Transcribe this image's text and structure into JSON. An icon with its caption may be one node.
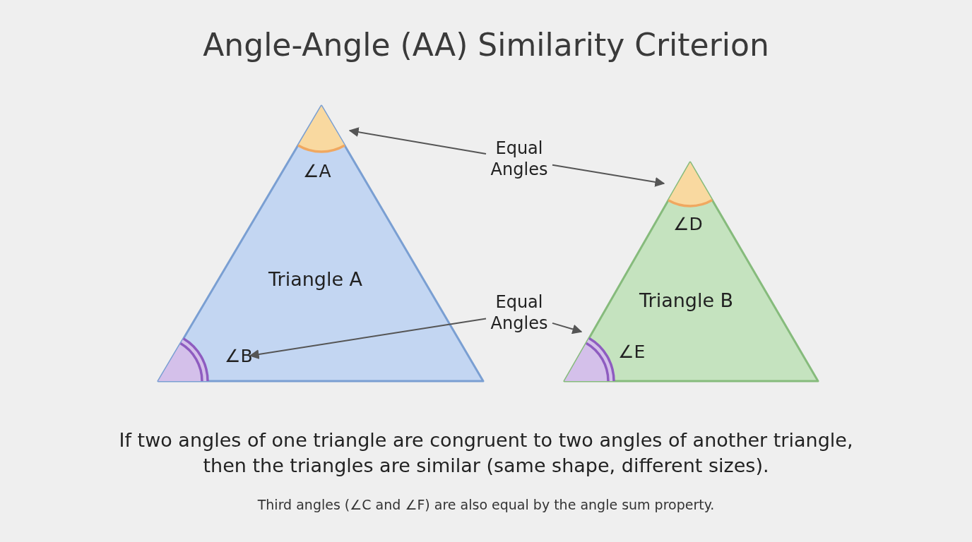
{
  "diagram": {
    "title": "Angle-Angle (AA) Similarity Criterion",
    "caption": "If two angles of one triangle are congruent to two angles of another triangle, then the triangles are similar (same shape, different sizes).",
    "nodes": [
      {
        "text": [
          "Triangle A"
        ]
      },
      {
        "text": [
          "∠A"
        ],
        "in": 0
      },
      {
        "text": [
          "∠B"
        ],
        "in": 0
      },
      {
        "text": [
          "Triangle B"
        ]
      },
      {
        "text": [
          "∠D"
        ],
        "in": 3
      },
      {
        "text": [
          "∠E"
        ],
        "in": 3
      },
      {
        "text": [
          "Equal Angles"
        ]
      },
      {
        "text": [
          "Equal Angles"
        ]
      }
    ],
    "edges": [
      {
        "from": 6,
        "to": 1,
        "arrow": "to"
      },
      {
        "from": 6,
        "to": 4,
        "arrow": "to"
      },
      {
        "from": 7,
        "to": 2,
        "arrow": "to"
      },
      {
        "from": 7,
        "to": 5,
        "arrow": "to"
      }
    ],
    "labels": [
      "Third angles (∠C and ∠F) are also equal by the angle sum property."
    ]
  }
}
